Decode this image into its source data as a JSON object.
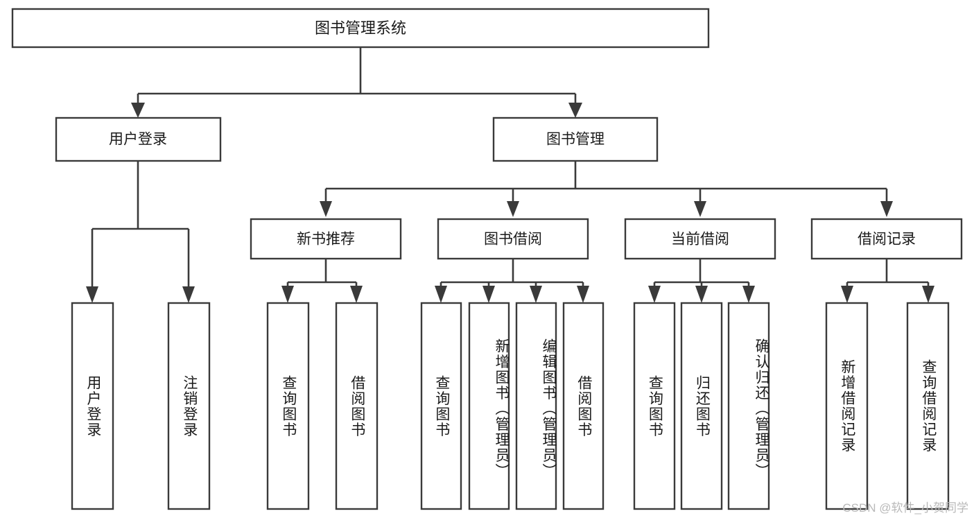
{
  "diagram": {
    "type": "tree-hierarchy",
    "title": "图书管理系统",
    "orientation": "top-down",
    "colors": {
      "box_fill": "#ffffff",
      "box_stroke": "#3a3a3a",
      "line": "#3a3a3a",
      "text": "#1a1a1a",
      "watermark": "#b9b9b9",
      "background": "#ffffff"
    },
    "watermark": "CSDN @软件_小贺同学",
    "nodes": {
      "root": {
        "label": "图书管理系统"
      },
      "level2": [
        {
          "label": "用户登录"
        },
        {
          "label": "图书管理"
        }
      ],
      "level3": [
        {
          "label": "新书推荐"
        },
        {
          "label": "图书借阅"
        },
        {
          "label": "当前借阅"
        },
        {
          "label": "借阅记录"
        }
      ],
      "leaves": [
        {
          "label": "用户登录",
          "parent": "用户登录"
        },
        {
          "label": "注销登录",
          "parent": "用户登录"
        },
        {
          "label": "查询图书",
          "parent": "新书推荐"
        },
        {
          "label": "借阅图书",
          "parent": "新书推荐"
        },
        {
          "label": "查询图书",
          "parent": "图书借阅"
        },
        {
          "label": "新增图书（管理员）",
          "parent": "图书借阅"
        },
        {
          "label": "编辑图书（管理员）",
          "parent": "图书借阅"
        },
        {
          "label": "借阅图书",
          "parent": "图书借阅"
        },
        {
          "label": "查询图书",
          "parent": "当前借阅"
        },
        {
          "label": "归还图书",
          "parent": "当前借阅"
        },
        {
          "label": "确认归还（管理员）",
          "parent": "当前借阅"
        },
        {
          "label": "新增借阅记录",
          "parent": "借阅记录"
        },
        {
          "label": "查询借阅记录",
          "parent": "借阅记录"
        }
      ]
    }
  }
}
